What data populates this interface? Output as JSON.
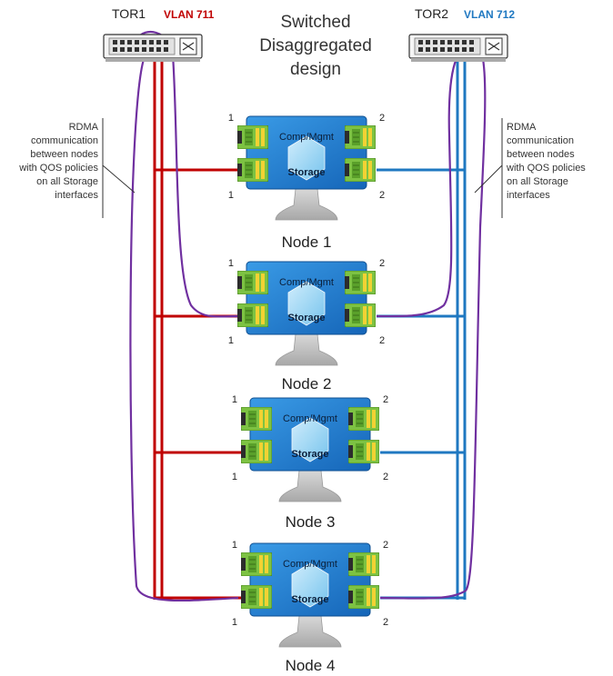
{
  "title": [
    "Switched",
    "Disaggregated",
    "design"
  ],
  "tor1": {
    "name": "TOR1",
    "vlan": "VLAN 711"
  },
  "tor2": {
    "name": "TOR2",
    "vlan": "VLAN 712"
  },
  "left_note": [
    "RDMA",
    "communication",
    "between nodes",
    "with QOS policies",
    "on all Storage",
    "interfaces"
  ],
  "right_note": [
    "RDMA",
    "communication",
    "between nodes",
    "with QOS policies",
    "on all Storage",
    "interfaces"
  ],
  "node_labels": {
    "mgmt": "Comp/Mgmt",
    "storage": "Storage"
  },
  "port_labels": {
    "left": "1",
    "right": "2"
  },
  "nodes": [
    {
      "name": "Node 1"
    },
    {
      "name": "Node 2"
    },
    {
      "name": "Node 3"
    },
    {
      "name": "Node 4"
    }
  ],
  "colors": {
    "vlan711": "#c00000",
    "vlan712": "#1f78c1",
    "rdma_link": "#7030a0",
    "node_blue": "#1e7fd0",
    "nic_green": "#7dc243"
  }
}
